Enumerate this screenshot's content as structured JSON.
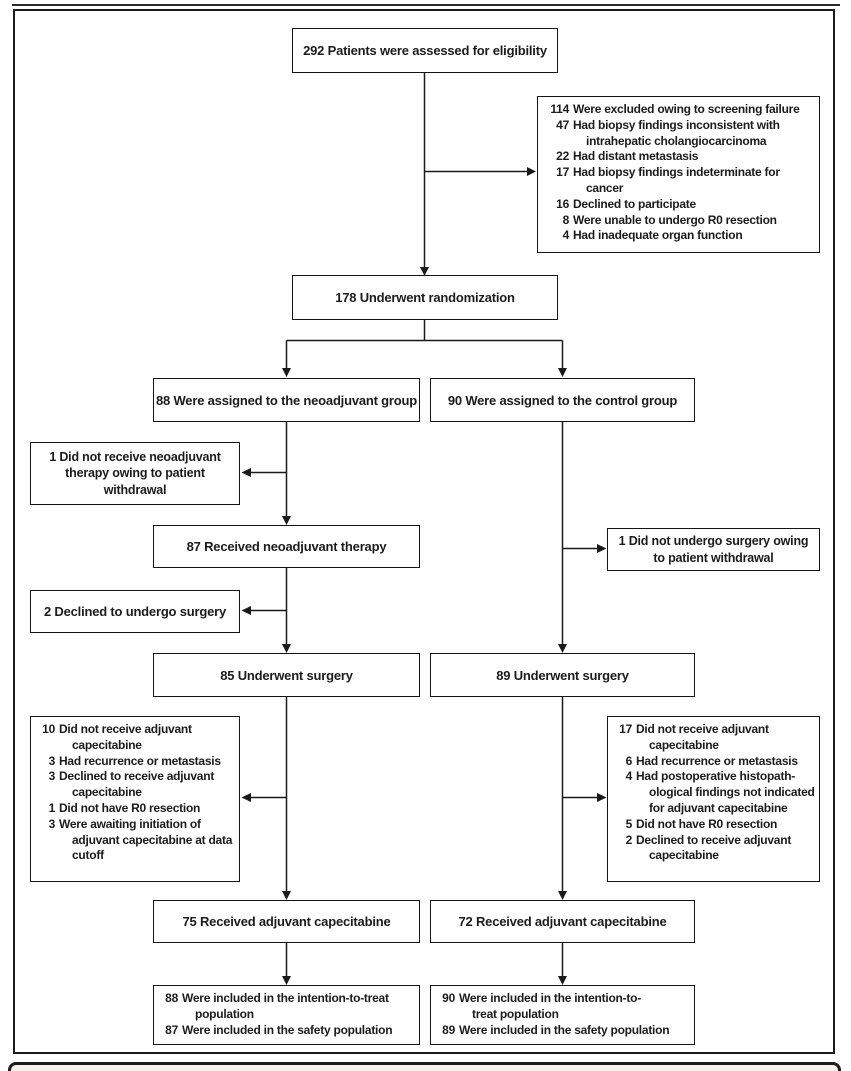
{
  "colors": {
    "line": "#1a1a1a",
    "text": "#1c1c1c",
    "border": "#141414",
    "caption-bg": "#f8f2ed"
  },
  "flowchart": {
    "eligibility": "292 Patients were assessed for eligibility",
    "screening_exclusions": {
      "items": [
        {
          "n": "114",
          "text": "Were excluded owing to screening failure"
        },
        {
          "n": "47",
          "text": "Had biopsy findings inconsistent with\nintrahepatic cholangiocarcinoma"
        },
        {
          "n": "22",
          "text": "Had distant metastasis"
        },
        {
          "n": "17",
          "text": "Had biopsy findings indeterminate for\ncancer"
        },
        {
          "n": "16",
          "text": "Declined to participate"
        },
        {
          "n": "8",
          "text": "Were unable to undergo R0 resection"
        },
        {
          "n": "4",
          "text": "Had inadequate organ function"
        }
      ]
    },
    "randomization": "178 Underwent randomization",
    "neoadjuvant_group": "88 Were assigned to the neoadjuvant group",
    "control_group": "90 Were assigned to the control group",
    "no_neoadjuvant_therapy": "1 Did not receive neoadjuvant\ntherapy owing to patient\nwithdrawal",
    "received_neoadjuvant": "87 Received neoadjuvant therapy",
    "no_surgery_control": "1 Did not undergo surgery owing\nto patient withdrawal",
    "declined_surgery": "2 Declined to undergo surgery",
    "surgery_neoadjuvant": "85 Underwent surgery",
    "surgery_control": "89 Underwent surgery",
    "adjuvant_exclusions_neoadjuvant": {
      "items": [
        {
          "n": "10",
          "text": "Did not receive adjuvant\ncapecitabine"
        },
        {
          "n": "3",
          "text": "Had recurrence or metastasis"
        },
        {
          "n": "3",
          "text": "Declined to receive adjuvant\ncapecitabine"
        },
        {
          "n": "1",
          "text": "Did not have R0 resection"
        },
        {
          "n": "3",
          "text": "Were awaiting initiation of\nadjuvant capecitabine at data\ncutoff"
        }
      ]
    },
    "adjuvant_exclusions_control": {
      "items": [
        {
          "n": "17",
          "text": "Did not receive adjuvant\ncapecitabine"
        },
        {
          "n": "6",
          "text": "Had recurrence or metastasis"
        },
        {
          "n": "4",
          "text": "Had postoperative histopath-\nological findings not indicated\nfor adjuvant capecitabine"
        },
        {
          "n": "5",
          "text": "Did not have R0 resection"
        },
        {
          "n": "2",
          "text": "Declined to receive adjuvant\ncapecitabine"
        }
      ]
    },
    "adjuvant_neoadjuvant": "75 Received adjuvant capecitabine",
    "adjuvant_control": "72 Received adjuvant capecitabine",
    "populations_neoadjuvant": {
      "items": [
        {
          "n": "88",
          "text": "Were included in the intention-to-treat\npopulation"
        },
        {
          "n": "87",
          "text": "Were included in the safety population"
        }
      ]
    },
    "populations_control": {
      "items": [
        {
          "n": "90",
          "text": "Were included in the intention-to-\ntreat population"
        },
        {
          "n": "89",
          "text": "Were included in the safety population"
        }
      ]
    }
  }
}
